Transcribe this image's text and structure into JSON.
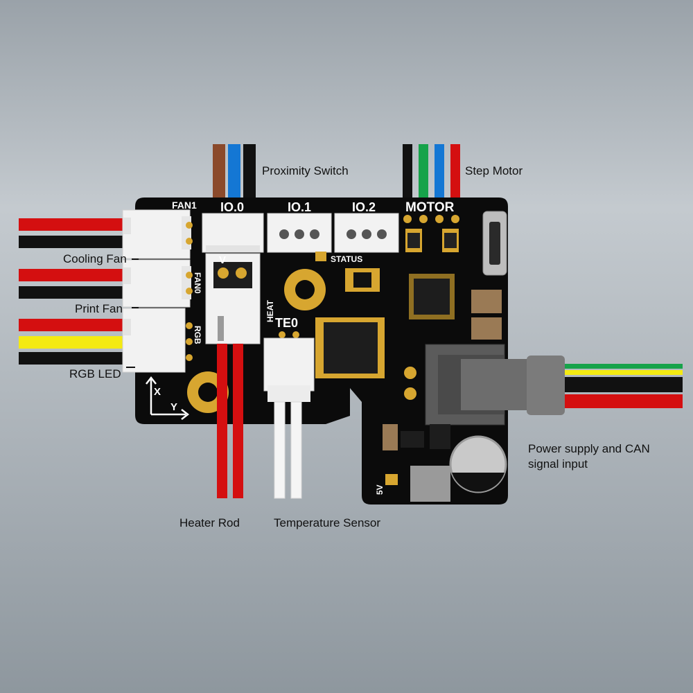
{
  "labels": {
    "proximity_switch": "Proximity Switch",
    "step_motor": "Step Motor",
    "cooling_fan": "Cooling Fan",
    "print_fan": "Print Fan",
    "rgb_led": "RGB LED",
    "heater_rod": "Heater Rod",
    "temperature_sensor": "Temperature Sensor",
    "power_supply_line1": "Power supply and CAN",
    "power_supply_line2": "signal input"
  },
  "silkscreen": {
    "fan1": "FAN1",
    "fan0": "FAN0",
    "rgb": "RGB",
    "io0": "IO.0",
    "io1": "IO.1",
    "io2": "IO.2",
    "motor": "MOTOR",
    "status": "STATUS",
    "heat": "HEAT",
    "te0": "TE0",
    "v5": "5V",
    "axis_x": "X",
    "axis_y": "Y",
    "v_mark": "V"
  },
  "colors": {
    "pcb": "#0b0b0b",
    "gold": "#d7a630",
    "wire_red": "#d40f10",
    "wire_black": "#111111",
    "wire_yellow": "#f4ea12",
    "wire_green": "#16a34a",
    "wire_blue": "#1477d4",
    "wire_brown": "#8b4a2b",
    "connector_white": "#f2f2f2"
  }
}
